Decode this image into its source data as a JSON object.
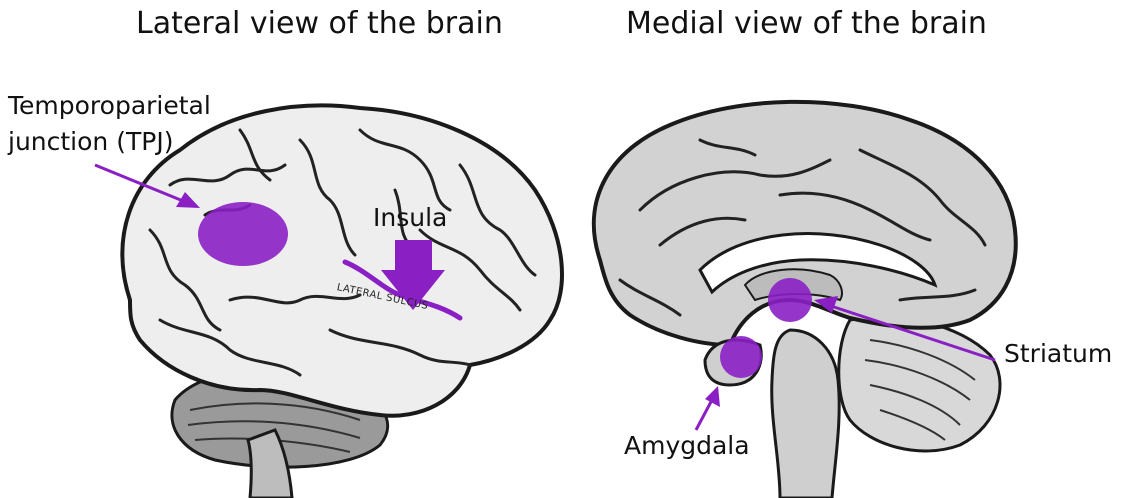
{
  "titles": {
    "left": "Lateral view of the brain",
    "right": "Medial view of the brain"
  },
  "labels": {
    "tpj_line1": "Temporoparietal",
    "tpj_line2": "junction (TPJ)",
    "insula": "Insula",
    "lateral_sulcus": "LATERAL SULCUS",
    "striatum": "Striatum",
    "amygdala": "Amygdala"
  },
  "colors": {
    "highlight": "#8a1fc4",
    "brain_fill": "#eeeeee",
    "medial_fill": "#d2d2d2",
    "outline": "#1a1a1a"
  }
}
